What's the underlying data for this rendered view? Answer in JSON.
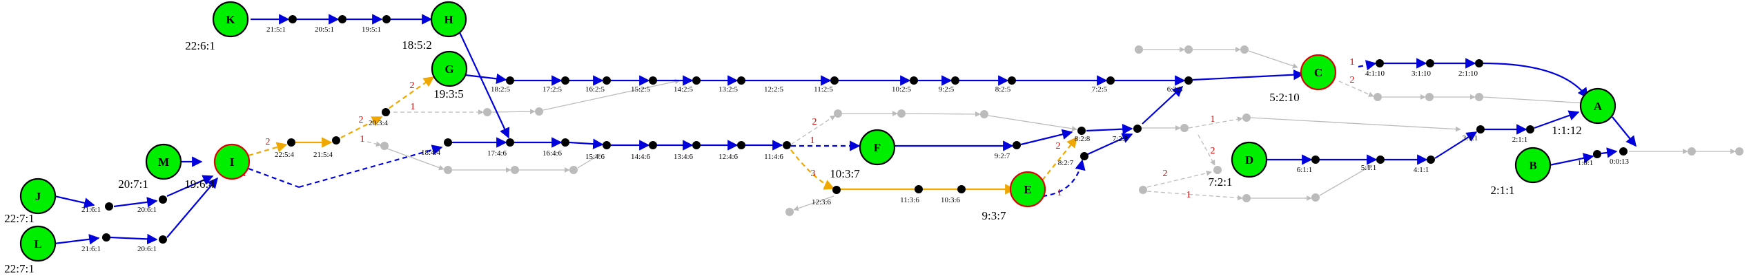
{
  "colors": {
    "node_fill": "#00ee00",
    "node_stroke": "#000000",
    "node_stroke_red": "#dd0000",
    "main_edge": "#0000dd",
    "orange_edge": "#f0a800",
    "grey": "#bbbbbb",
    "edge_label": "#dd0000"
  },
  "big_nodes": [
    {
      "id": "K",
      "label": "K",
      "sub": "22:6:1",
      "red": false
    },
    {
      "id": "H",
      "label": "H",
      "sub": "18:5:2",
      "red": false
    },
    {
      "id": "G",
      "label": "G",
      "sub": "19:3:5",
      "red": false
    },
    {
      "id": "M",
      "label": "M",
      "sub": "20:7:1",
      "red": false
    },
    {
      "id": "I",
      "label": "I",
      "sub": "19:6:4",
      "red": true
    },
    {
      "id": "J",
      "label": "J",
      "sub": "22:7:1",
      "red": false
    },
    {
      "id": "L",
      "label": "L",
      "sub": "22:7:1",
      "red": false
    },
    {
      "id": "F",
      "label": "F",
      "sub": "10:3:7",
      "red": false
    },
    {
      "id": "E",
      "label": "E",
      "sub": "9:3:7",
      "red": true
    },
    {
      "id": "C",
      "label": "C",
      "sub": "5:2:10",
      "red": true
    },
    {
      "id": "D",
      "label": "D",
      "sub": "7:2:1",
      "red": false
    },
    {
      "id": "A",
      "label": "A",
      "sub": "1:1:12",
      "red": false
    },
    {
      "id": "B",
      "label": "B",
      "sub": "2:1:1",
      "red": false
    }
  ],
  "small_nodes": [
    {
      "id": "k1",
      "label": "21:5:1"
    },
    {
      "id": "k2",
      "label": "20:5:1"
    },
    {
      "id": "k3",
      "label": "19:5:1"
    },
    {
      "id": "g1",
      "label": "18:2:5"
    },
    {
      "id": "g2",
      "label": "17:2:5"
    },
    {
      "id": "g3",
      "label": "16:2:5"
    },
    {
      "id": "g4",
      "label": "15:2:5"
    },
    {
      "id": "g5",
      "label": "14:2:5"
    },
    {
      "id": "g6",
      "label": "13:2:5"
    },
    {
      "id": "g7",
      "label": "12:2:5"
    },
    {
      "id": "g8",
      "label": "11:2:5"
    },
    {
      "id": "g9",
      "label": "10:2:5"
    },
    {
      "id": "g10",
      "label": "9:2:5"
    },
    {
      "id": "g11",
      "label": "8:2:5"
    },
    {
      "id": "g12",
      "label": "7:2:5"
    },
    {
      "id": "g13",
      "label": "6:2:5"
    },
    {
      "id": "i1",
      "label": "22:5:4"
    },
    {
      "id": "i2",
      "label": "21:5:4"
    },
    {
      "id": "i3",
      "label": "20:3:4"
    },
    {
      "id": "h1",
      "label": "18:4:4"
    },
    {
      "id": "h2",
      "label": "17:4:6"
    },
    {
      "id": "h3",
      "label": "16:4:6"
    },
    {
      "id": "h4",
      "label": "15:4:6"
    },
    {
      "id": "h5",
      "label": "14:4:6"
    },
    {
      "id": "h6",
      "label": "13:4:6"
    },
    {
      "id": "h7",
      "label": "12:4:6"
    },
    {
      "id": "h8",
      "label": "11:4:6"
    },
    {
      "id": "j1",
      "label": "21:6:1"
    },
    {
      "id": "j2",
      "label": "20:6:1"
    },
    {
      "id": "l1",
      "label": "21:6:1"
    },
    {
      "id": "l2",
      "label": "20:6:1"
    },
    {
      "id": "e1",
      "label": "12:3:6"
    },
    {
      "id": "e2",
      "label": "11:3:6"
    },
    {
      "id": "e3",
      "label": "10:3:6"
    },
    {
      "id": "f1",
      "label": "9:2:7"
    },
    {
      "id": "f2",
      "label": "8:2:8"
    },
    {
      "id": "f3",
      "label": "8:2:7"
    },
    {
      "id": "f4",
      "label": "7:2:8"
    },
    {
      "id": "c1",
      "label": "4:1:10"
    },
    {
      "id": "c2",
      "label": "3:1:10"
    },
    {
      "id": "c3",
      "label": "2:1:10"
    },
    {
      "id": "d1",
      "label": "6:1:1"
    },
    {
      "id": "d2",
      "label": "5:1:1"
    },
    {
      "id": "d3",
      "label": "4:1:1"
    },
    {
      "id": "d4",
      "label": "3:1:1"
    },
    {
      "id": "d5",
      "label": "2:1:1"
    },
    {
      "id": "b1",
      "label": "1:0:1"
    },
    {
      "id": "b2",
      "label": "0:0:13"
    }
  ],
  "edge_labels": [
    {
      "id": "el1",
      "text": "2"
    },
    {
      "id": "el2",
      "text": "2"
    },
    {
      "id": "el3",
      "text": "1"
    },
    {
      "id": "el4",
      "text": "2"
    },
    {
      "id": "el5",
      "text": "1"
    },
    {
      "id": "el6",
      "text": "1"
    },
    {
      "id": "el7",
      "text": "2"
    },
    {
      "id": "el8",
      "text": "1"
    },
    {
      "id": "el9",
      "text": "3"
    },
    {
      "id": "el10",
      "text": "2"
    },
    {
      "id": "el11",
      "text": "1"
    },
    {
      "id": "el12",
      "text": "1"
    },
    {
      "id": "el13",
      "text": "2"
    },
    {
      "id": "el14",
      "text": "1"
    },
    {
      "id": "el15",
      "text": "2"
    },
    {
      "id": "el16",
      "text": "2"
    },
    {
      "id": "el17",
      "text": "1"
    }
  ]
}
